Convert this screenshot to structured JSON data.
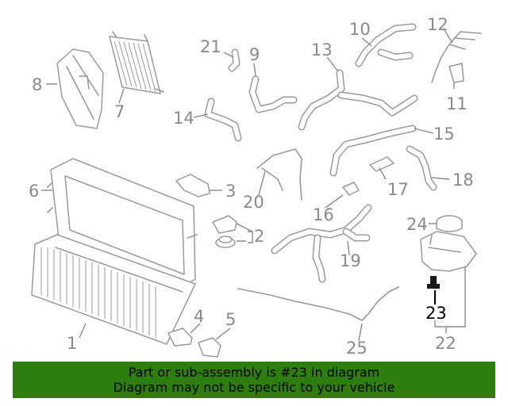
{
  "callouts": {
    "c1": "1",
    "c2": "2",
    "c3": "3",
    "c4": "4",
    "c5": "5",
    "c6": "6",
    "c7": "7",
    "c8": "8",
    "c9": "9",
    "c10": "10",
    "c11": "11",
    "c12": "12",
    "c13": "13",
    "c14": "14",
    "c15": "15",
    "c16": "16",
    "c17": "17",
    "c18": "18",
    "c19": "19",
    "c20": "20",
    "c21": "21",
    "c22": "22",
    "c23": "23",
    "c24": "24",
    "c25": "25"
  },
  "highlighted_part": "23",
  "colors": {
    "banner": "#2e7d0f",
    "linework": "#9a9a9a",
    "highlight": "#000000"
  },
  "banner": {
    "line1": "Part or sub-assembly is #23 in diagram",
    "line2": "Diagram may not be specific to your vehicle"
  }
}
